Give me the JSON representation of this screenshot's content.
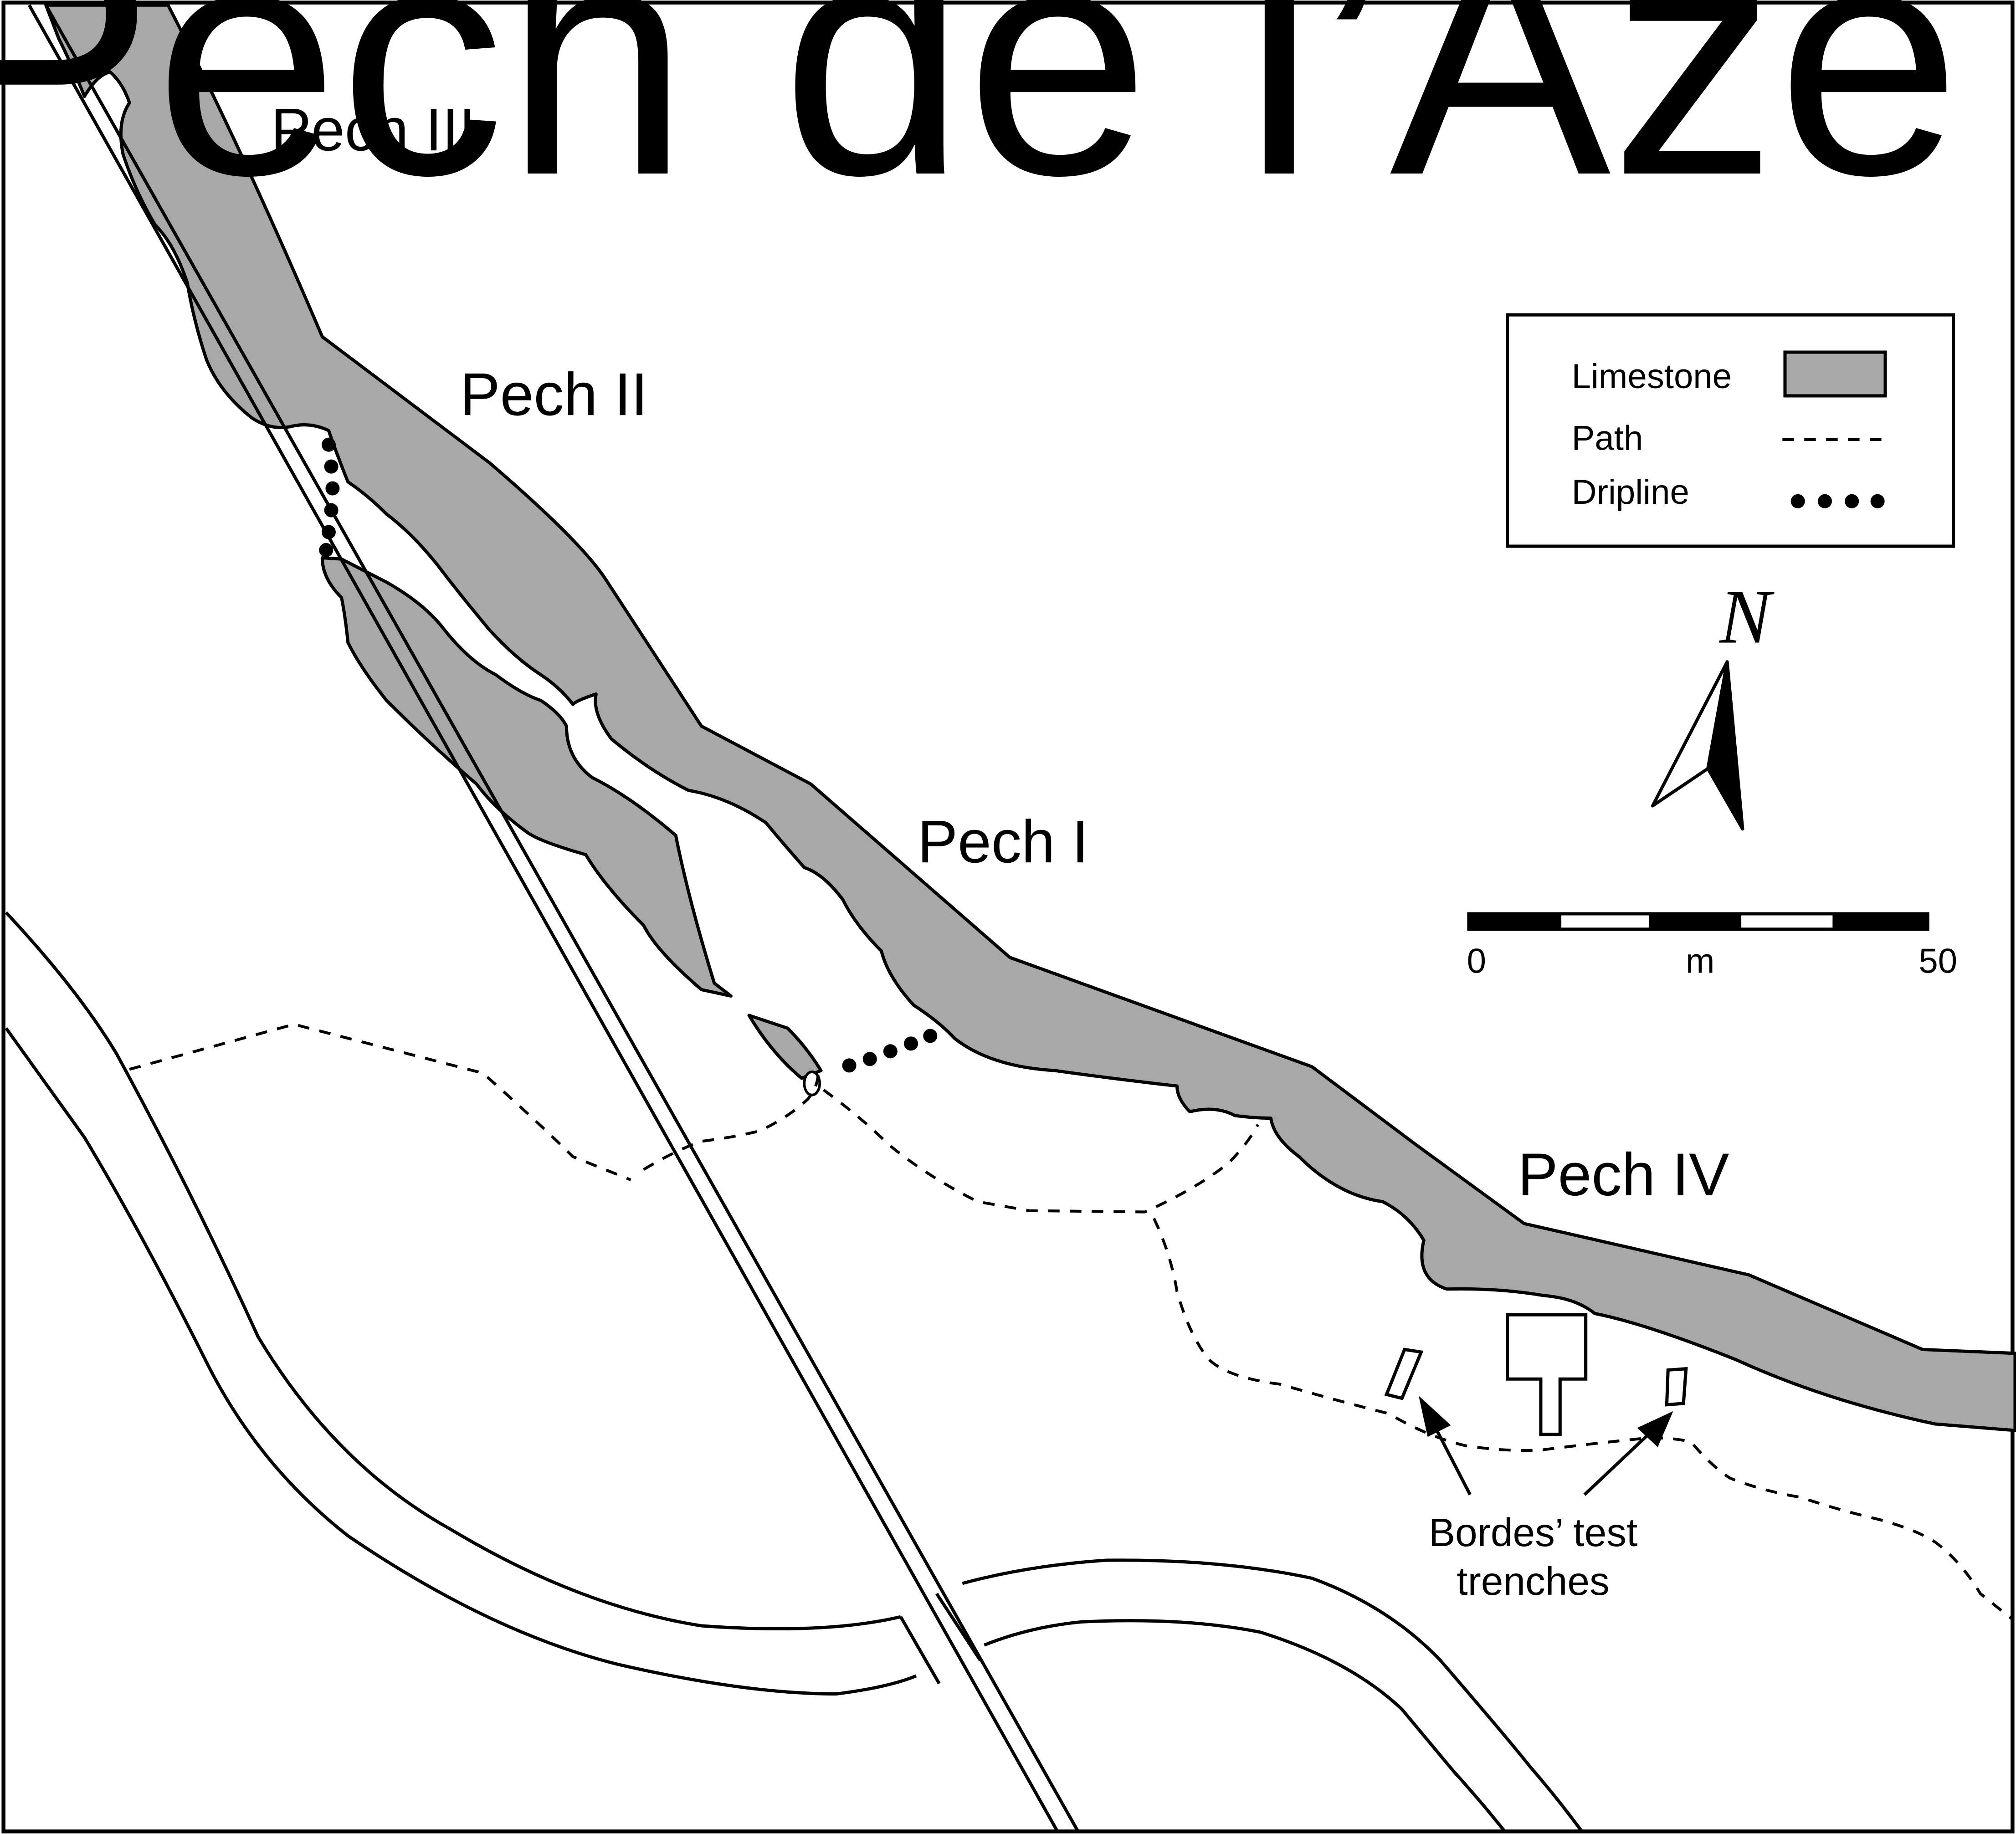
{
  "map": {
    "title": "Pech de l’Azé",
    "sites": {
      "pech_iii": "Pech III",
      "pech_ii": "Pech II",
      "pech_i": "Pech I",
      "pech_iv": "Pech IV"
    },
    "legend": {
      "limestone": "Limestone",
      "path": "Path",
      "dripline": "Dripline"
    },
    "north": "N",
    "scale": {
      "start": "0",
      "unit": "m",
      "end": "50"
    },
    "annotation": {
      "line1": "Bordes’ test",
      "line2": "trenches"
    },
    "colors": {
      "limestone": "#a8a8a8",
      "ink": "#000000",
      "paper": "#ffffff"
    }
  }
}
